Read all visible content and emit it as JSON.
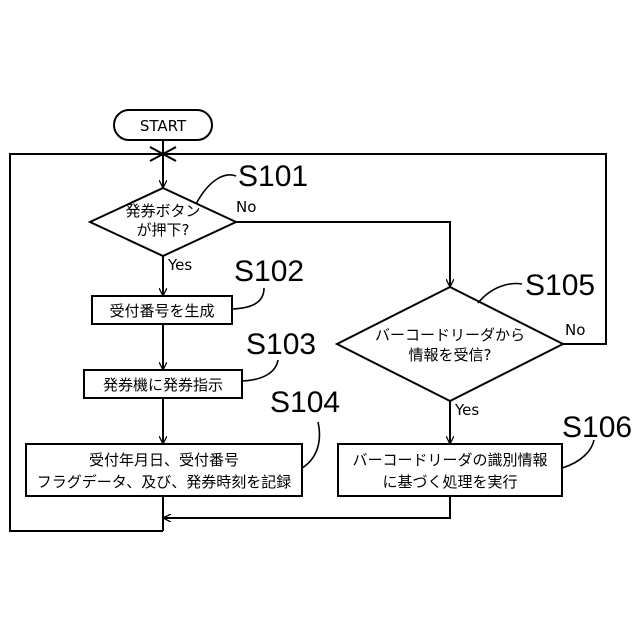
{
  "start": {
    "label": "START"
  },
  "nodes": {
    "s101": {
      "step": "S101",
      "line1": "発券ボタン",
      "line2": "が押下?"
    },
    "s102": {
      "step": "S102",
      "label": "受付番号を生成"
    },
    "s103": {
      "step": "S103",
      "label": "発券機に発券指示"
    },
    "s104": {
      "step": "S104",
      "line1": "受付年月日、受付番号",
      "line2": "フラグデータ、及び、発券時刻を記録"
    },
    "s105": {
      "step": "S105",
      "line1": "バーコードリーダから",
      "line2": "情報を受信?"
    },
    "s106": {
      "step": "S106",
      "line1": "バーコードリーダの識別情報",
      "line2": "に基づく処理を実行"
    }
  },
  "branches": {
    "s101_yes": "Yes",
    "s101_no": "No",
    "s105_yes": "Yes",
    "s105_no": "No"
  }
}
